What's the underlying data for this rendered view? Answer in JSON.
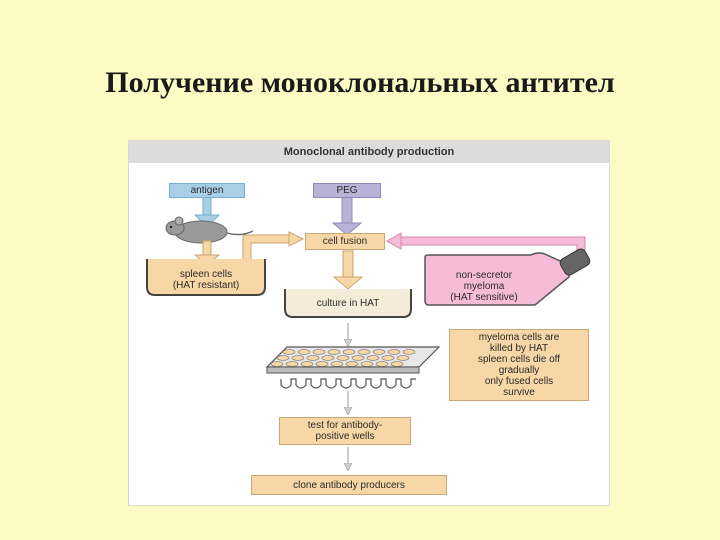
{
  "slide": {
    "title": "Получение моноклональных антител"
  },
  "figure": {
    "header": "Monoclonal antibody production",
    "nodes": {
      "antigen": "antigen",
      "peg": "PEG",
      "cell_fusion": "cell fusion",
      "spleen_line1": "spleen cells",
      "spleen_line2": "(HAT resistant)",
      "culture": "culture in HAT",
      "myeloma_line1": "non-secretor",
      "myeloma_line2": "myeloma",
      "myeloma_line3": "(HAT sensitive)",
      "note_line1": "myeloma cells are",
      "note_line2": "killed by HAT",
      "note_line3": "spleen cells die off",
      "note_line4": "gradually",
      "note_line5": "only fused cells",
      "note_line6": "survive",
      "test_line1": "test for antibody-",
      "test_line2": "positive wells",
      "clone": "clone antibody producers"
    },
    "colors": {
      "blue": "#a8cfe6",
      "lilac": "#b8b3d6",
      "peach": "#f7d7a6",
      "pink": "#f6bcd7"
    }
  }
}
